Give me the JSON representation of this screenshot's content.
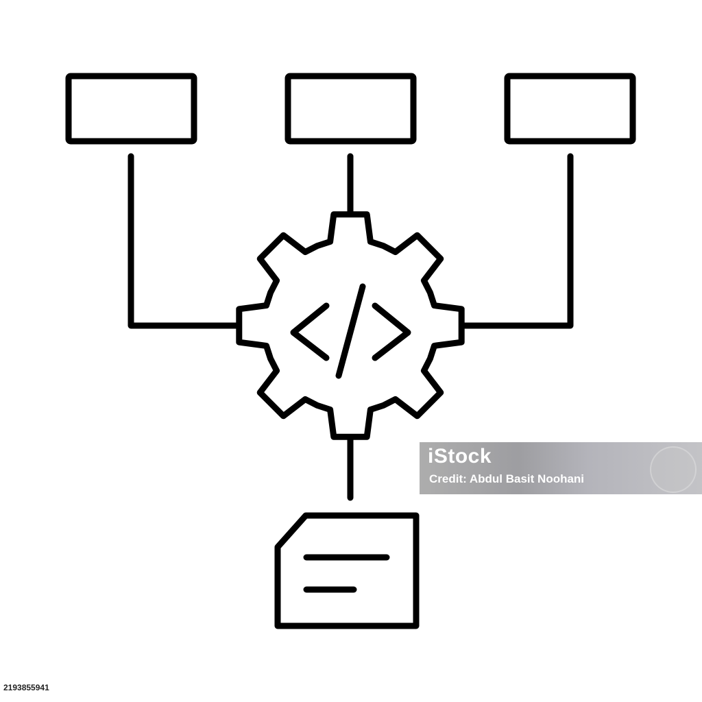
{
  "image": {
    "background_color": "#ffffff",
    "stroke_color": "#000000"
  },
  "diagram": {
    "boxes": [
      {
        "name": "left-box"
      },
      {
        "name": "center-box"
      },
      {
        "name": "right-box"
      }
    ],
    "gear": {
      "icon": "gear-icon",
      "symbol": "code-brackets-icon"
    },
    "document": {
      "icon": "document-icon"
    }
  },
  "watermark": {
    "brand": "iStock",
    "credit": "Credit: Abdul Basit Noohani"
  },
  "stock_id": "2193855941"
}
